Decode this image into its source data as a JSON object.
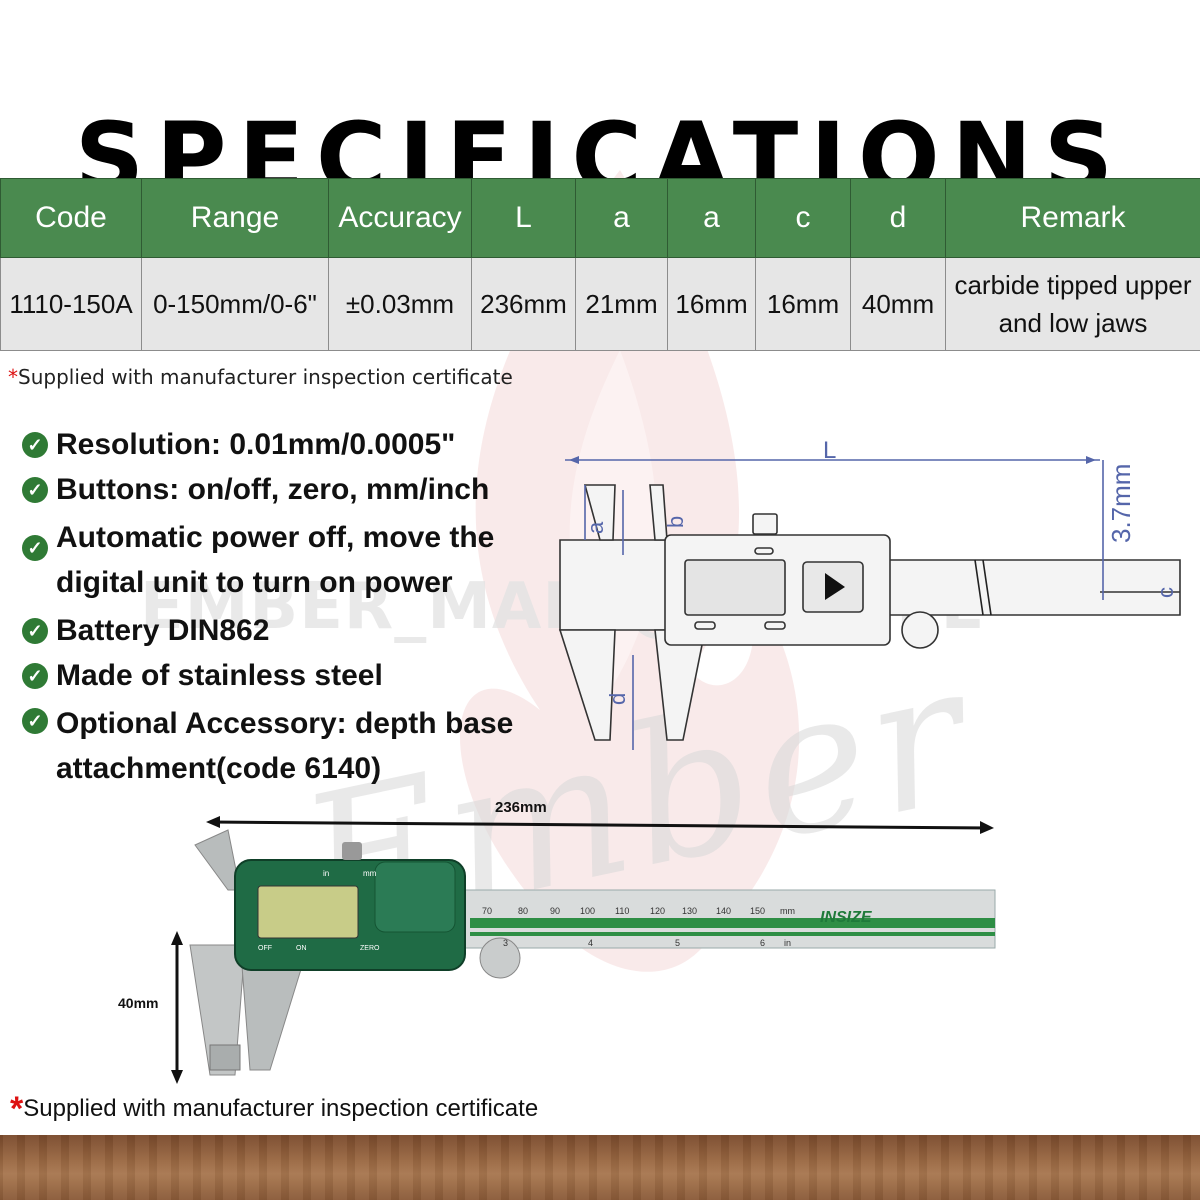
{
  "title": "SPECIFICATIONS",
  "table": {
    "headers": [
      "Code",
      "Range",
      "Accuracy",
      "L",
      "a",
      "a",
      "c",
      "d",
      "Remark"
    ],
    "row": [
      "1110-150A",
      "0-150mm/0-6\"",
      "±0.03mm",
      "236mm",
      "21mm",
      "16mm",
      "16mm",
      "40mm",
      "carbide tipped upper and low jaws"
    ]
  },
  "note_top": {
    "star": "*",
    "text": "Supplied with manufacturer inspection certificate"
  },
  "features": [
    "Resolution: 0.01mm/0.0005\"",
    "Buttons: on/off, zero, mm/inch",
    "Automatic power off, move the digital unit to turn on power",
    "Battery DIN862",
    "Made of stainless steel",
    "Optional Accessory: depth base attachment(code 6140)"
  ],
  "diagram": {
    "label_L": "L",
    "label_a": "a",
    "label_b": "b",
    "label_d": "d",
    "label_c": "c",
    "label_thickness": "3.7mm"
  },
  "product": {
    "length_label": "236mm",
    "depth_label": "40mm",
    "display_in": "in",
    "display_mm": "mm",
    "btn_off": "OFF",
    "btn_on": "ON",
    "btn_zero": "ZERO",
    "brand": "INSIZE",
    "scale_mm": [
      "70",
      "80",
      "90",
      "100",
      "110",
      "120",
      "130",
      "140",
      "150"
    ],
    "scale_mm_unit": "mm",
    "scale_in": [
      "3",
      "4",
      "5",
      "6"
    ],
    "scale_in_unit": "in"
  },
  "watermark": {
    "shop": "EMBER_MALL@SHOPEE",
    "script": "Ember"
  },
  "note_bottom": {
    "star": "*",
    "text": "Supplied with manufacturer inspection certificate"
  },
  "colors": {
    "header_green": "#4a8a4f",
    "check_green": "#2f7a35",
    "star_red": "#d11111",
    "wood": "#9a6842"
  }
}
